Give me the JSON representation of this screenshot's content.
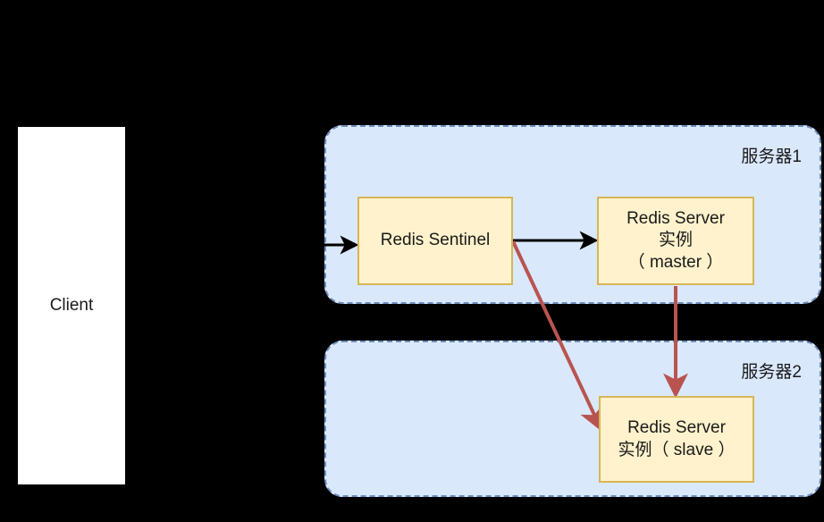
{
  "diagram": {
    "type": "architecture-diagram",
    "title_visible": false,
    "background_color": "#000000",
    "palette": {
      "container_fill": "#dae8fc",
      "container_border": "#6c8ebf",
      "node_fill": "#fff2cc",
      "node_border": "#d6b656",
      "client_fill": "#ffffff",
      "black_edge": "#000000",
      "red_edge": "#b85450",
      "text": "#1a1a1a"
    }
  },
  "client": {
    "label": "Client"
  },
  "servers": [
    {
      "id": "server1",
      "title": "服务器1",
      "nodes": [
        {
          "id": "sentinel",
          "lines": [
            "Redis Sentinel"
          ]
        },
        {
          "id": "master",
          "lines": [
            "Redis Server",
            "实例",
            "（ master ）"
          ]
        }
      ]
    },
    {
      "id": "server2",
      "title": "服务器2",
      "nodes": [
        {
          "id": "slave",
          "lines": [
            "Redis Server",
            "实例（ slave ）"
          ]
        }
      ]
    }
  ],
  "edges": [
    {
      "id": "client-to-sentinel",
      "from": "client",
      "to": "sentinel",
      "color": "#000000",
      "style": "solid-arrow"
    },
    {
      "id": "sentinel-to-master",
      "from": "sentinel",
      "to": "master",
      "color": "#000000",
      "style": "solid-arrow"
    },
    {
      "id": "sentinel-to-slave",
      "from": "sentinel",
      "to": "slave",
      "color": "#b85450",
      "style": "solid-arrow"
    },
    {
      "id": "master-to-slave",
      "from": "master",
      "to": "slave",
      "color": "#b85450",
      "style": "solid-arrow"
    }
  ]
}
